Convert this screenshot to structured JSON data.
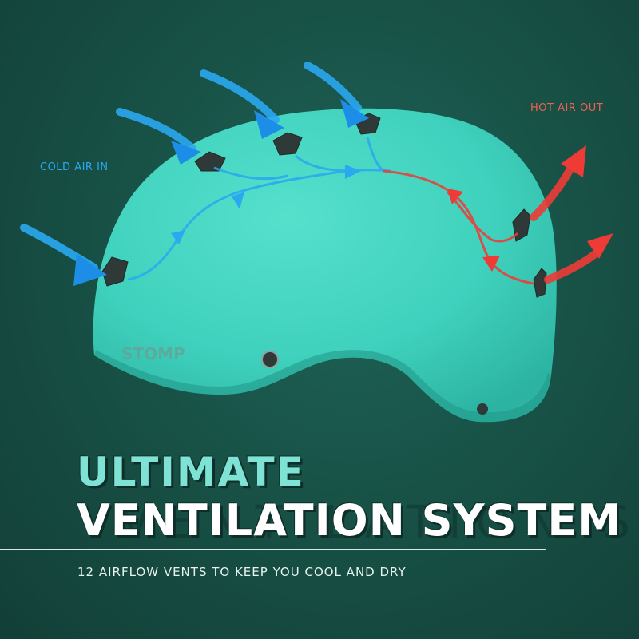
{
  "labels": {
    "cold_air": "COLD AIR IN",
    "hot_air": "HOT AIR OUT"
  },
  "helmet": {
    "brand": "STOMP",
    "color": "#3fd1bd",
    "vent_color": "#2f3a38"
  },
  "headline": {
    "line1": "ULTIMATE",
    "line2": "VENTILATION SYSTEM",
    "ghost": "VENTILATION SYSTEM"
  },
  "subtitle": "12 AIRFLOW VENTS TO KEEP YOU COOL AND DRY",
  "colors": {
    "cold": "#2aa8f0",
    "hot": "#ee3b36",
    "background": "#174f46",
    "accent": "#7ee3d4"
  }
}
